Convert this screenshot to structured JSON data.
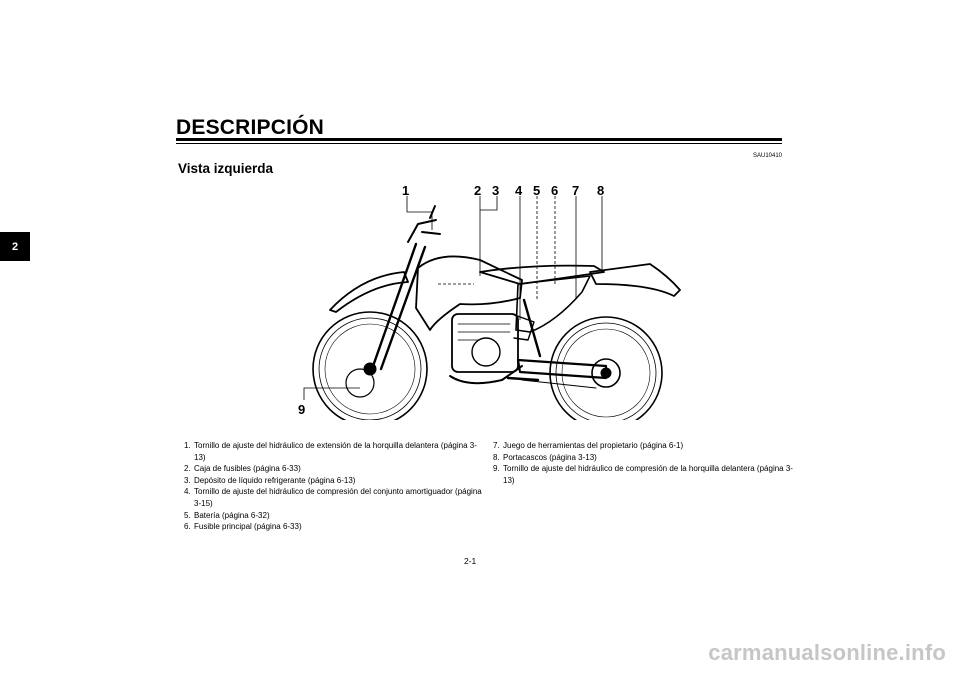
{
  "header": {
    "title": "DESCRIPCIÓN"
  },
  "chapter_tab": "2",
  "section": {
    "code": "SAU10410",
    "title": "Vista izquierda"
  },
  "figure": {
    "callouts": [
      "1",
      "2",
      "3",
      "4",
      "5",
      "6",
      "7",
      "8",
      "9"
    ]
  },
  "captions_left": [
    {
      "num": "1.",
      "text": "Tornillo de ajuste del hidráulico de extensión de la horquilla delantera (página 3-13)"
    },
    {
      "num": "2.",
      "text": "Caja de fusibles (página 6-33)"
    },
    {
      "num": "3.",
      "text": "Depósito de líquido refrigerante (página 6-13)"
    },
    {
      "num": "4.",
      "text": "Tornillo de ajuste del hidráulico de compresión del conjunto amortiguador (página 3-15)"
    },
    {
      "num": "5.",
      "text": "Batería (página 6-32)"
    },
    {
      "num": "6.",
      "text": "Fusible principal (página 6-33)"
    }
  ],
  "captions_right": [
    {
      "num": "7.",
      "text": "Juego de herramientas del propietario (página 6-1)"
    },
    {
      "num": "8.",
      "text": "Portacascos (página 3-13)"
    },
    {
      "num": "9.",
      "text": "Tornillo de ajuste del hidráulico de compresión de la horquilla delantera (página 3-13)"
    }
  ],
  "page_number": "2-1",
  "watermark": "carmanualsonline.info"
}
